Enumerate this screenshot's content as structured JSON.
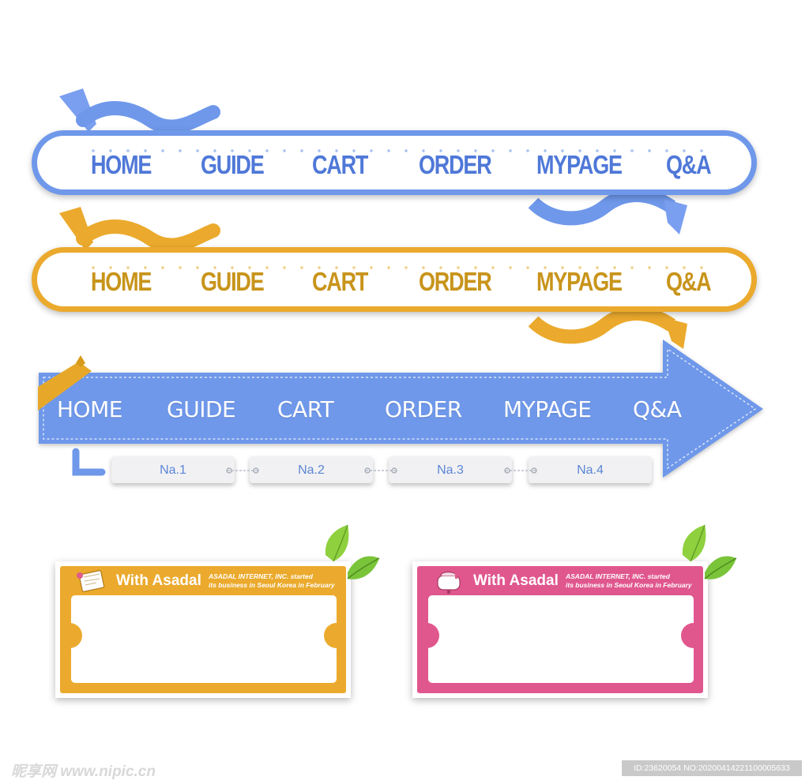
{
  "colors": {
    "blue": "#6f98ea",
    "blue_text": "#4f78d8",
    "gold": "#ebaa2d",
    "gold_text": "#c8941b",
    "pink": "#e0578e",
    "leaf": "#7ac43a"
  },
  "nav_blue": {
    "items": [
      "HOME",
      "GUIDE",
      "CART",
      "ORDER",
      "MYPAGE",
      "Q&A"
    ]
  },
  "nav_gold": {
    "items": [
      "HOME",
      "GUIDE",
      "CART",
      "ORDER",
      "MYPAGE",
      "Q&A"
    ]
  },
  "nav_arrow": {
    "items": [
      "HOME",
      "GUIDE",
      "CART",
      "ORDER",
      "MYPAGE",
      "Q&A"
    ],
    "tabs": [
      "Na.1",
      "Na.2",
      "Na.3",
      "Na.4"
    ]
  },
  "cards": [
    {
      "title": "With Asadal",
      "subtitle_line1": "ASADAL INTERNET, INC. started",
      "subtitle_line2": "its business in Seoul Korea in February",
      "icon": "letter-icon"
    },
    {
      "title": "With Asadal",
      "subtitle_line1": "ASADAL INTERNET, INC. started",
      "subtitle_line2": "its business in Seoul Korea in February",
      "icon": "mailbox-icon"
    }
  ],
  "watermark": {
    "left": "昵享网 www.nipic.cn",
    "right": "ID:23620054 NO:20200414221100005633"
  }
}
